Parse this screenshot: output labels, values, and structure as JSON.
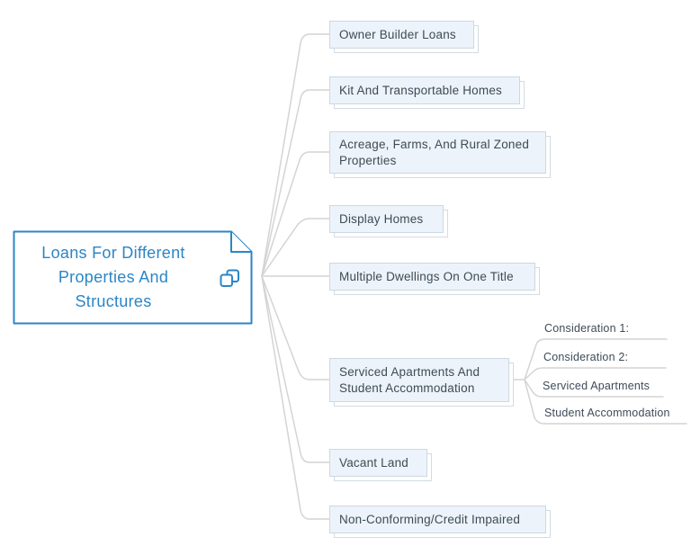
{
  "root": {
    "title": "Loans For Different Properties And Structures"
  },
  "branches": [
    {
      "label": "Owner Builder Loans"
    },
    {
      "label": "Kit And Transportable Homes"
    },
    {
      "label": "Acreage, Farms, And Rural Zoned Properties"
    },
    {
      "label": "Display Homes"
    },
    {
      "label": "Multiple Dwellings On One Title"
    },
    {
      "label": "Serviced Apartments And Student Accommodation",
      "children": [
        {
          "label": "Consideration 1:"
        },
        {
          "label": "Consideration 2:"
        },
        {
          "label": "Serviced Apartments"
        },
        {
          "label": "Student Accommodation"
        }
      ]
    },
    {
      "label": "Vacant Land"
    },
    {
      "label": "Non-Conforming/Credit Impaired"
    }
  ],
  "colors": {
    "accent_blue": "#2b86c6",
    "node_fill": "#ecf3fa",
    "node_border": "#ccd8e1",
    "node_text": "#3e4b57",
    "connector_gray": "#d4d4d4"
  },
  "icons": {
    "root_icon": "copy-icon"
  }
}
